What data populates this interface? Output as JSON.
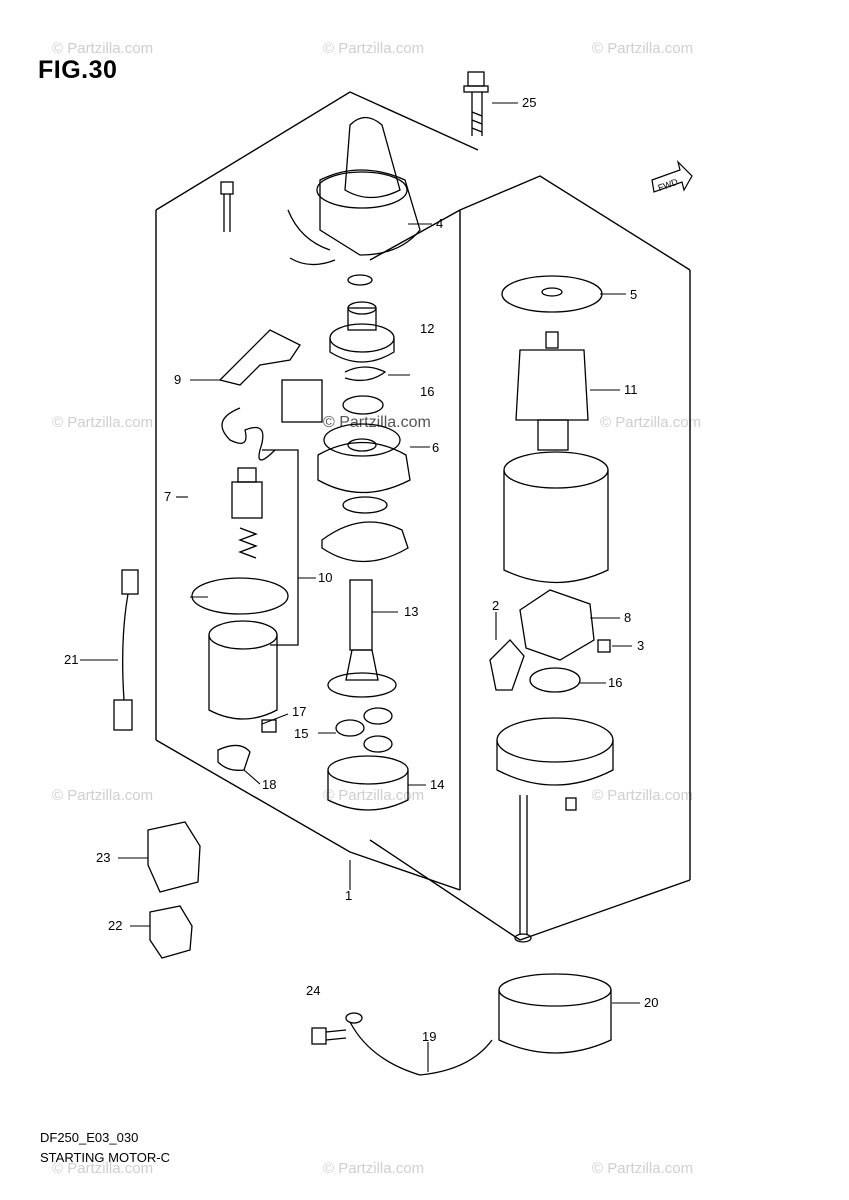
{
  "figure": {
    "title": "FIG.30",
    "model_code": "DF250_E03_030",
    "caption": "STARTING MOTOR-C"
  },
  "watermark": {
    "text": "© Partzilla.com",
    "center_text": "© Partzilla.com"
  },
  "diagram": {
    "direction_badge": "FWD",
    "callouts": [
      "1",
      "2",
      "3",
      "4",
      "5",
      "6",
      "7",
      "8",
      "9",
      "10",
      "11",
      "12",
      "13",
      "14",
      "15",
      "15",
      "16",
      "16",
      "17",
      "18",
      "19",
      "20",
      "21",
      "22",
      "23",
      "24",
      "25"
    ]
  }
}
